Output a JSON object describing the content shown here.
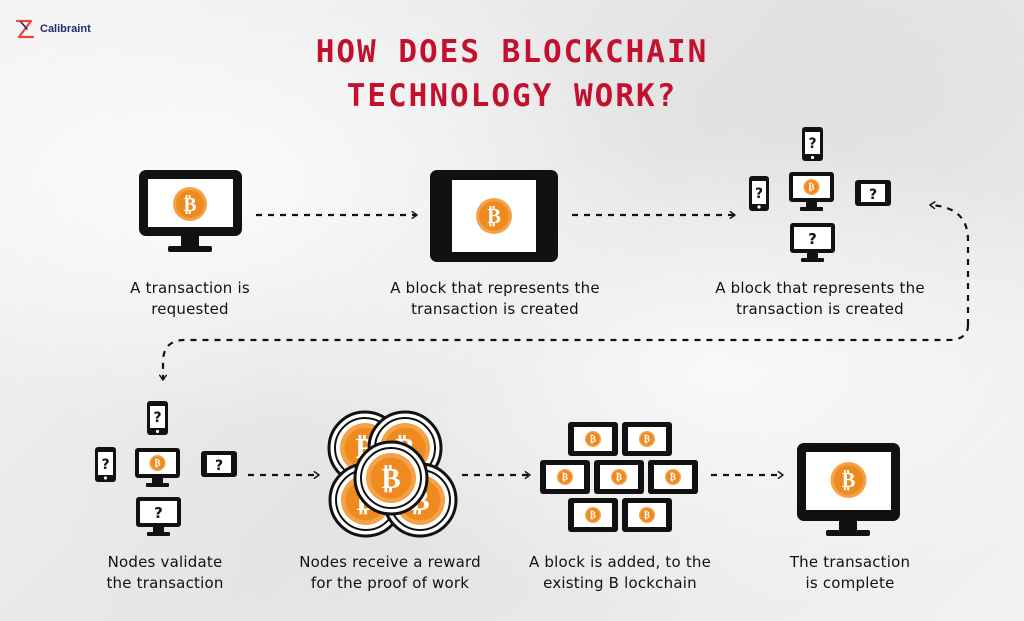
{
  "brand": {
    "name": "Calibraint",
    "accent": "#e8463c",
    "navy": "#1f2e6b"
  },
  "title": {
    "line1": "How does Blockchain",
    "line2": "Technology Work?",
    "color": "#c4102f"
  },
  "colors": {
    "coin_outer": "#f3a24a",
    "coin_inner": "#ef8a1e",
    "device": "#111111",
    "line": "#111111"
  },
  "icons": {
    "bitcoin_glyph": "₿",
    "question_glyph": "?"
  },
  "steps": [
    {
      "id": "request",
      "icon": "computer-bitcoin-icon",
      "lines": [
        "A transaction is",
        "requested"
      ]
    },
    {
      "id": "block-created",
      "icon": "tablet-bitcoin-icon",
      "lines": [
        "A block that represents the",
        "transaction is created"
      ]
    },
    {
      "id": "broadcast",
      "icon": "network-devices-icon",
      "lines": [
        "A block that represents the",
        "transaction is created"
      ]
    },
    {
      "id": "validate",
      "icon": "network-devices-icon",
      "lines": [
        "Nodes validate",
        "the transaction"
      ]
    },
    {
      "id": "reward",
      "icon": "coin-stack-icon",
      "lines": [
        "Nodes receive a reward",
        "for the proof of work"
      ]
    },
    {
      "id": "block-added",
      "icon": "block-wall-icon",
      "lines": [
        "A block is added, to the",
        "existing B lockchain"
      ]
    },
    {
      "id": "complete",
      "icon": "computer-bitcoin-icon",
      "lines": [
        "The transaction",
        "is complete"
      ]
    }
  ]
}
